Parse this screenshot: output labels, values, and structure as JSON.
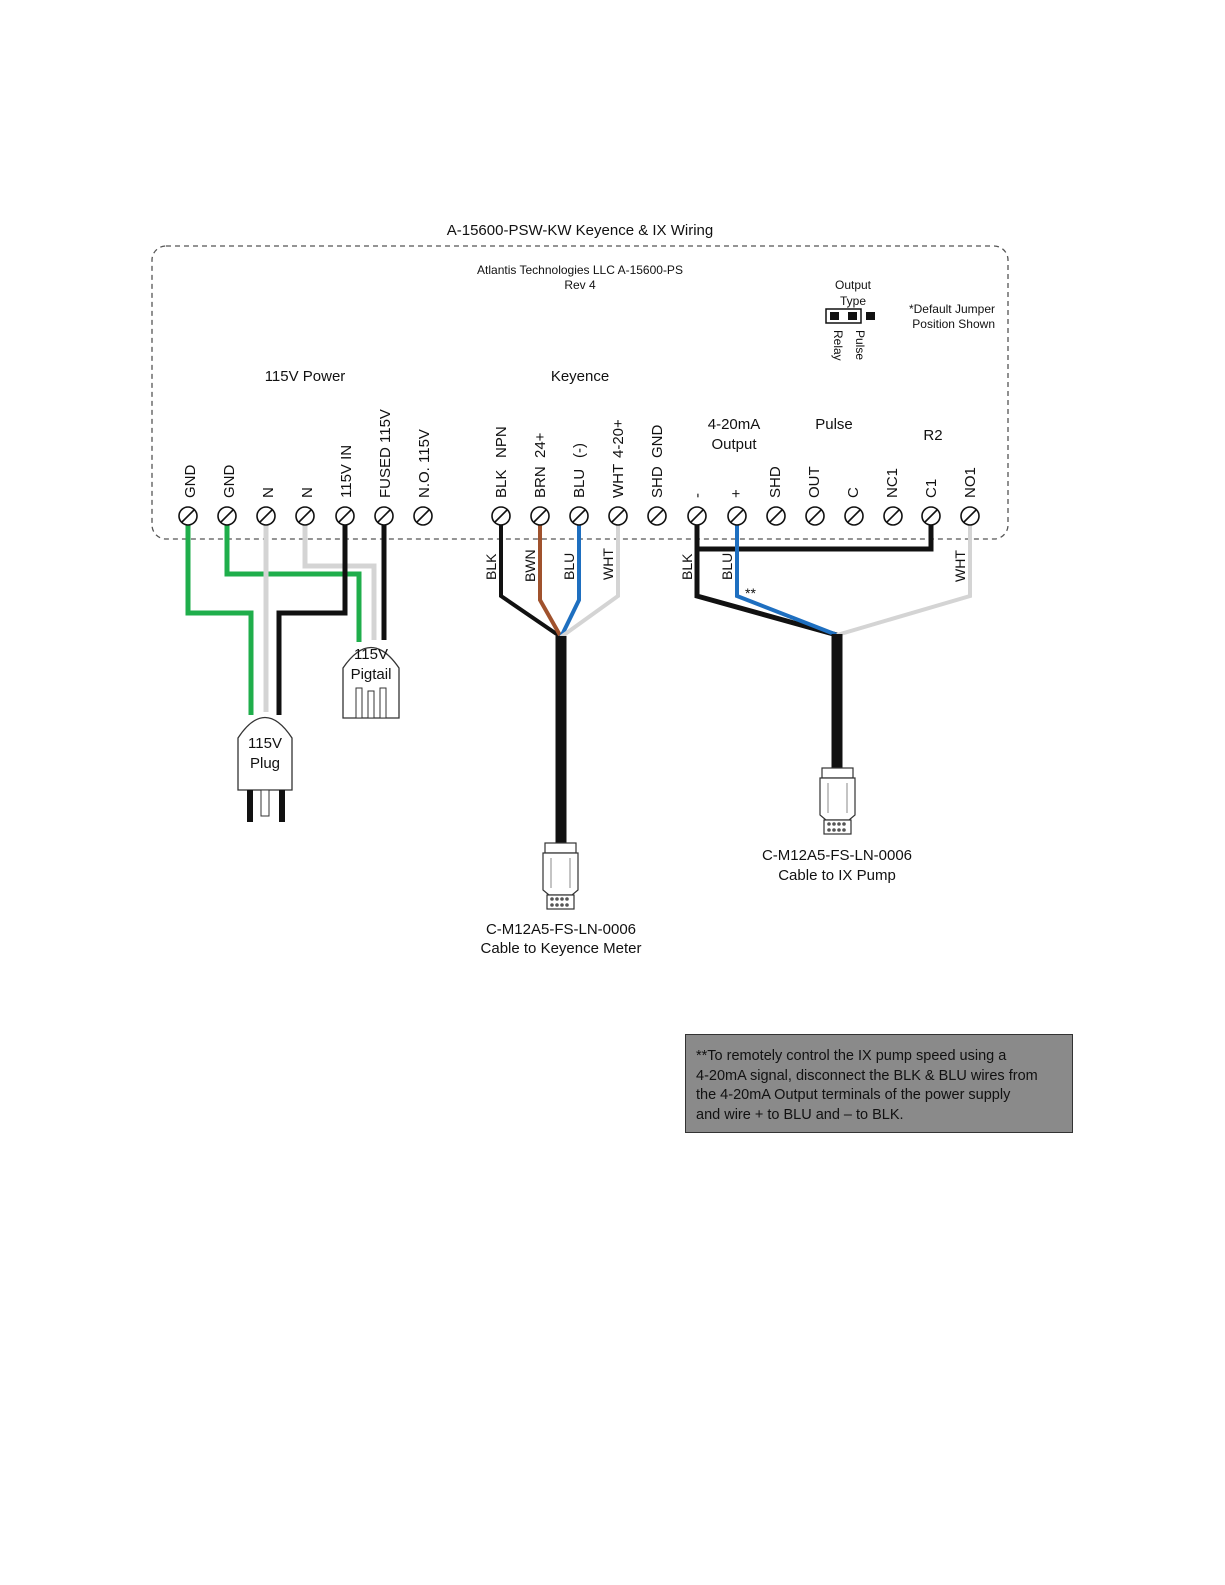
{
  "title": "A-15600-PSW-KW Keyence & IX Wiring",
  "board": {
    "name": "Atlantis Technologies LLC A-15600-PS",
    "rev": "Rev 4",
    "output_type": [
      "Output",
      "Type"
    ],
    "jumper_options": [
      "Relay",
      "Pulse"
    ],
    "jumper_note": [
      "*Default Jumper",
      "Position Shown"
    ]
  },
  "sections": {
    "power": "115V Power",
    "keyence": "Keyence",
    "output": [
      "4-20mA",
      "Output"
    ],
    "pulse": "Pulse",
    "r2": "R2"
  },
  "terminals": [
    {
      "label": "GND"
    },
    {
      "label": "GND"
    },
    {
      "label": "N"
    },
    {
      "label": "N"
    },
    {
      "label": "115V IN"
    },
    {
      "label": "FUSED 115V"
    },
    {
      "label": "N.O. 115V"
    },
    {
      "label": "BLK",
      "label2": "NPN"
    },
    {
      "label": "BRN",
      "label2": "24+"
    },
    {
      "label": "BLU",
      "label2": "(-)"
    },
    {
      "label": "WHT",
      "label2": "4-20+"
    },
    {
      "label": "SHD",
      "label2": "GND"
    },
    {
      "label": "-"
    },
    {
      "label": "+"
    },
    {
      "label": "SHD"
    },
    {
      "label": "OUT"
    },
    {
      "label": "C"
    },
    {
      "label": "NC1"
    },
    {
      "label": "C1"
    },
    {
      "label": "NO1"
    }
  ],
  "wire_labels": {
    "keyence": [
      "BLK",
      "BWN",
      "BLU",
      "WHT"
    ],
    "ix": [
      "BLK",
      "BLU",
      "WHT"
    ],
    "ix_mark": "**"
  },
  "connectors": {
    "plug": [
      "115V",
      "Plug"
    ],
    "pigtail": [
      "115V",
      "Pigtail"
    ],
    "keyence_cable": [
      "C-M12A5-FS-LN-0006",
      "Cable to Keyence Meter"
    ],
    "ix_cable": [
      "C-M12A5-FS-LN-0006",
      "Cable to IX Pump"
    ]
  },
  "note": [
    "**To remotely control the IX pump speed using a",
    "4-20mA signal, disconnect the BLK & BLU wires from",
    "the 4-20mA Output terminals of the power supply",
    "and wire + to BLU and – to BLK."
  ],
  "colors": {
    "green": "#1fae4b",
    "white_wire": "#d4d4d4",
    "black": "#111111",
    "brown": "#a0522d",
    "blue": "#1e6fc0",
    "note_bg": "#8a8a8a"
  }
}
